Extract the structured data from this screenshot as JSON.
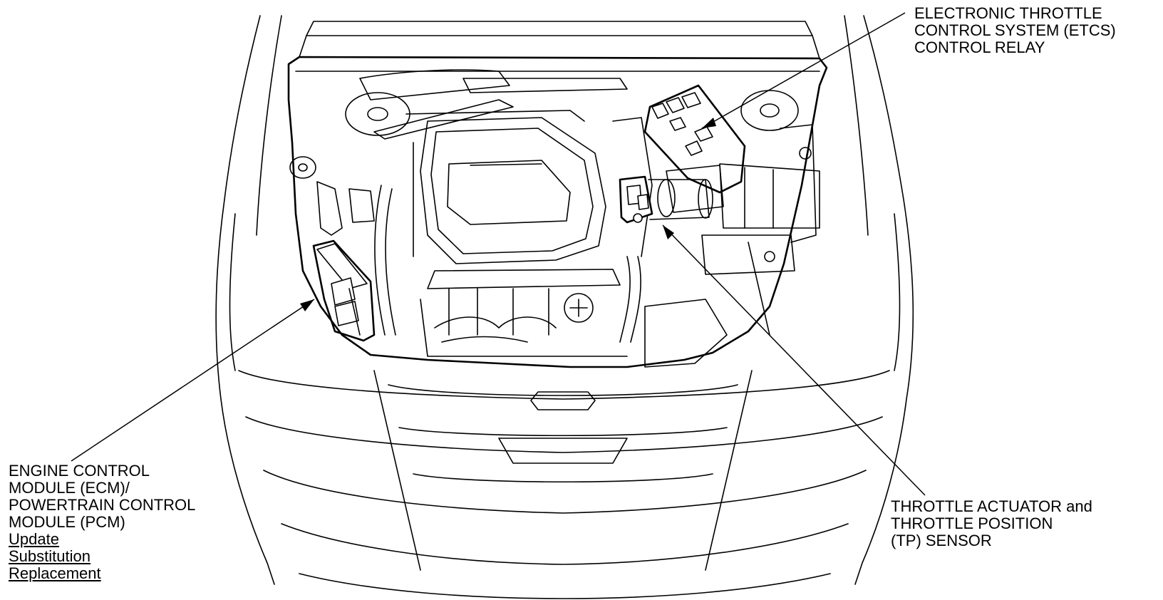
{
  "labels": {
    "etcs_relay": [
      "ELECTRONIC THROTTLE",
      "CONTROL SYSTEM (ETCS)",
      "CONTROL RELAY"
    ],
    "throttle_actuator": [
      "THROTTLE ACTUATOR and",
      "THROTTLE POSITION",
      "(TP) SENSOR"
    ],
    "ecm_pcm": [
      "ENGINE CONTROL",
      "MODULE (ECM)/",
      "POWERTRAIN CONTROL",
      "MODULE (PCM)"
    ]
  },
  "links": [
    "Update",
    "Substitution",
    "Replacement"
  ]
}
